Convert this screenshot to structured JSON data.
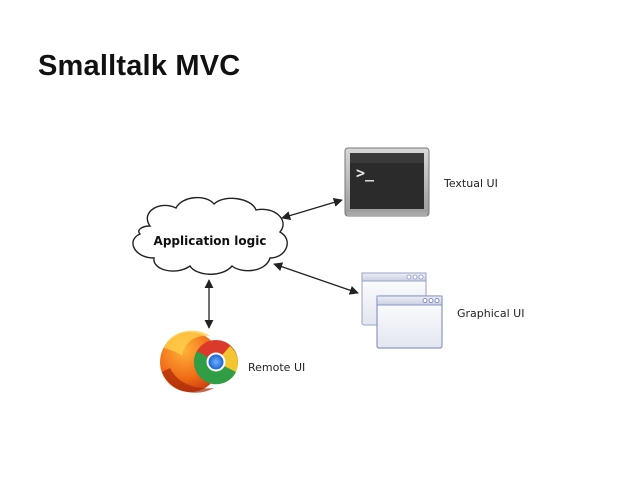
{
  "slide": {
    "title": "Smalltalk MVC"
  },
  "diagram": {
    "center": {
      "label": "Application logic",
      "icon": "cloud-icon"
    },
    "nodes": [
      {
        "label": "Textual UI",
        "icon": "terminal-icon"
      },
      {
        "label": "Graphical UI",
        "icon": "windows-icon"
      },
      {
        "label": "Remote UI",
        "icon": "browser-icon"
      }
    ],
    "terminal_prompt": ">_"
  },
  "colors": {
    "title": "#111111",
    "arrow": "#222222",
    "terminal_bg": "#2b2b2b",
    "window_frame": "#8a96c8"
  }
}
